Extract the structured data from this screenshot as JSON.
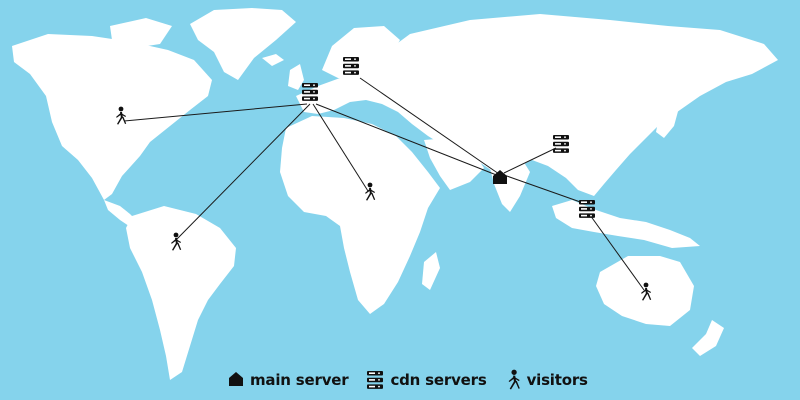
{
  "colors": {
    "ocean": "#85d3ec",
    "land": "#ffffff",
    "connection_line": "#1a1a1a",
    "icon": "#111111"
  },
  "icons": {
    "main_server": "home-icon",
    "cdn_server": "server-stack-icon",
    "visitor": "walking-person-icon"
  },
  "legend": {
    "main_server_label": "main server",
    "cdn_servers_label": "cdn servers",
    "visitors_label": "visitors"
  }
}
